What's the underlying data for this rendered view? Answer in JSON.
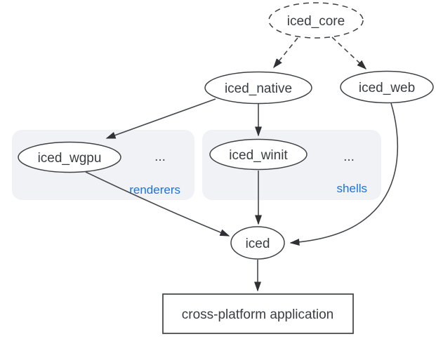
{
  "diagram": {
    "nodes": {
      "iced_core": {
        "label": "iced_core",
        "shape": "ellipse-dashed"
      },
      "iced_native": {
        "label": "iced_native",
        "shape": "ellipse"
      },
      "iced_web": {
        "label": "iced_web",
        "shape": "ellipse"
      },
      "iced_wgpu": {
        "label": "iced_wgpu",
        "shape": "ellipse"
      },
      "iced_winit": {
        "label": "iced_winit",
        "shape": "ellipse"
      },
      "iced": {
        "label": "iced",
        "shape": "ellipse"
      },
      "app": {
        "label": "cross-platform application",
        "shape": "rect"
      }
    },
    "groups": {
      "renderers": {
        "label": "renderers",
        "ellipsis": "...",
        "contains": [
          "iced_wgpu"
        ]
      },
      "shells": {
        "label": "shells",
        "ellipsis": "...",
        "contains": [
          "iced_winit"
        ]
      }
    },
    "edges": [
      {
        "from": "iced_core",
        "to": "iced_native",
        "style": "dashed"
      },
      {
        "from": "iced_core",
        "to": "iced_web",
        "style": "dashed"
      },
      {
        "from": "iced_native",
        "to": "iced_wgpu",
        "style": "solid"
      },
      {
        "from": "iced_native",
        "to": "iced_winit",
        "style": "solid"
      },
      {
        "from": "iced_wgpu",
        "to": "iced",
        "style": "solid"
      },
      {
        "from": "iced_winit",
        "to": "iced",
        "style": "solid"
      },
      {
        "from": "iced_web",
        "to": "iced",
        "style": "solid"
      },
      {
        "from": "iced",
        "to": "app",
        "style": "solid"
      }
    ],
    "colors": {
      "background": "#ffffff",
      "node_fill": "#ffffff",
      "node_stroke": "#3f4245",
      "edge": "#44474b",
      "arrowhead": "#2f3235",
      "text": "#3a3d41",
      "group_bg": "#f0f2f5",
      "group_label": "#1a73e8"
    }
  }
}
